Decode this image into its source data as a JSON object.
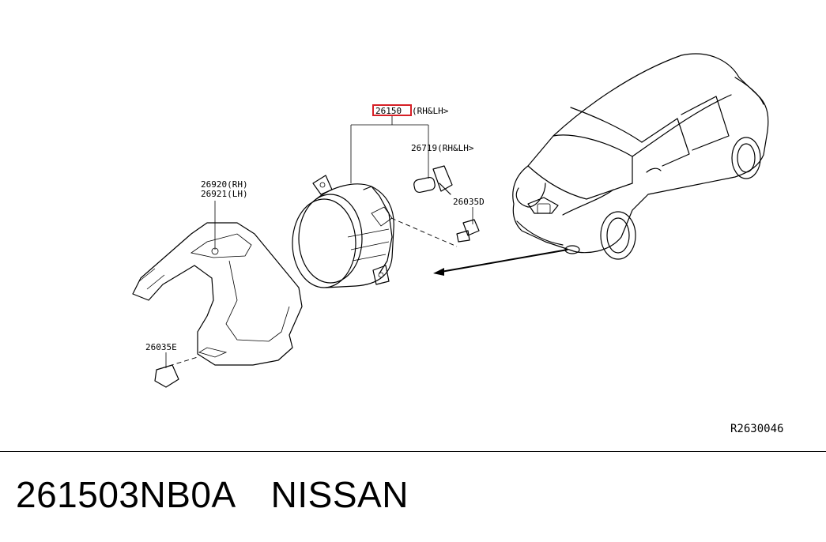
{
  "diagram": {
    "callouts": {
      "main_part_number": "26150",
      "main_part_suffix": "(RH&LH>",
      "bulb": "26719(RH&LH>",
      "bracket_rh": "26920(RH)",
      "bracket_lh": "26921(LH)",
      "screw_d": "26035D",
      "clip_e": "26035E"
    },
    "reference_code": "R2630046",
    "highlight_color": "#d61f26"
  },
  "caption": {
    "part_number": "261503NB0A",
    "brand": "NISSAN"
  }
}
